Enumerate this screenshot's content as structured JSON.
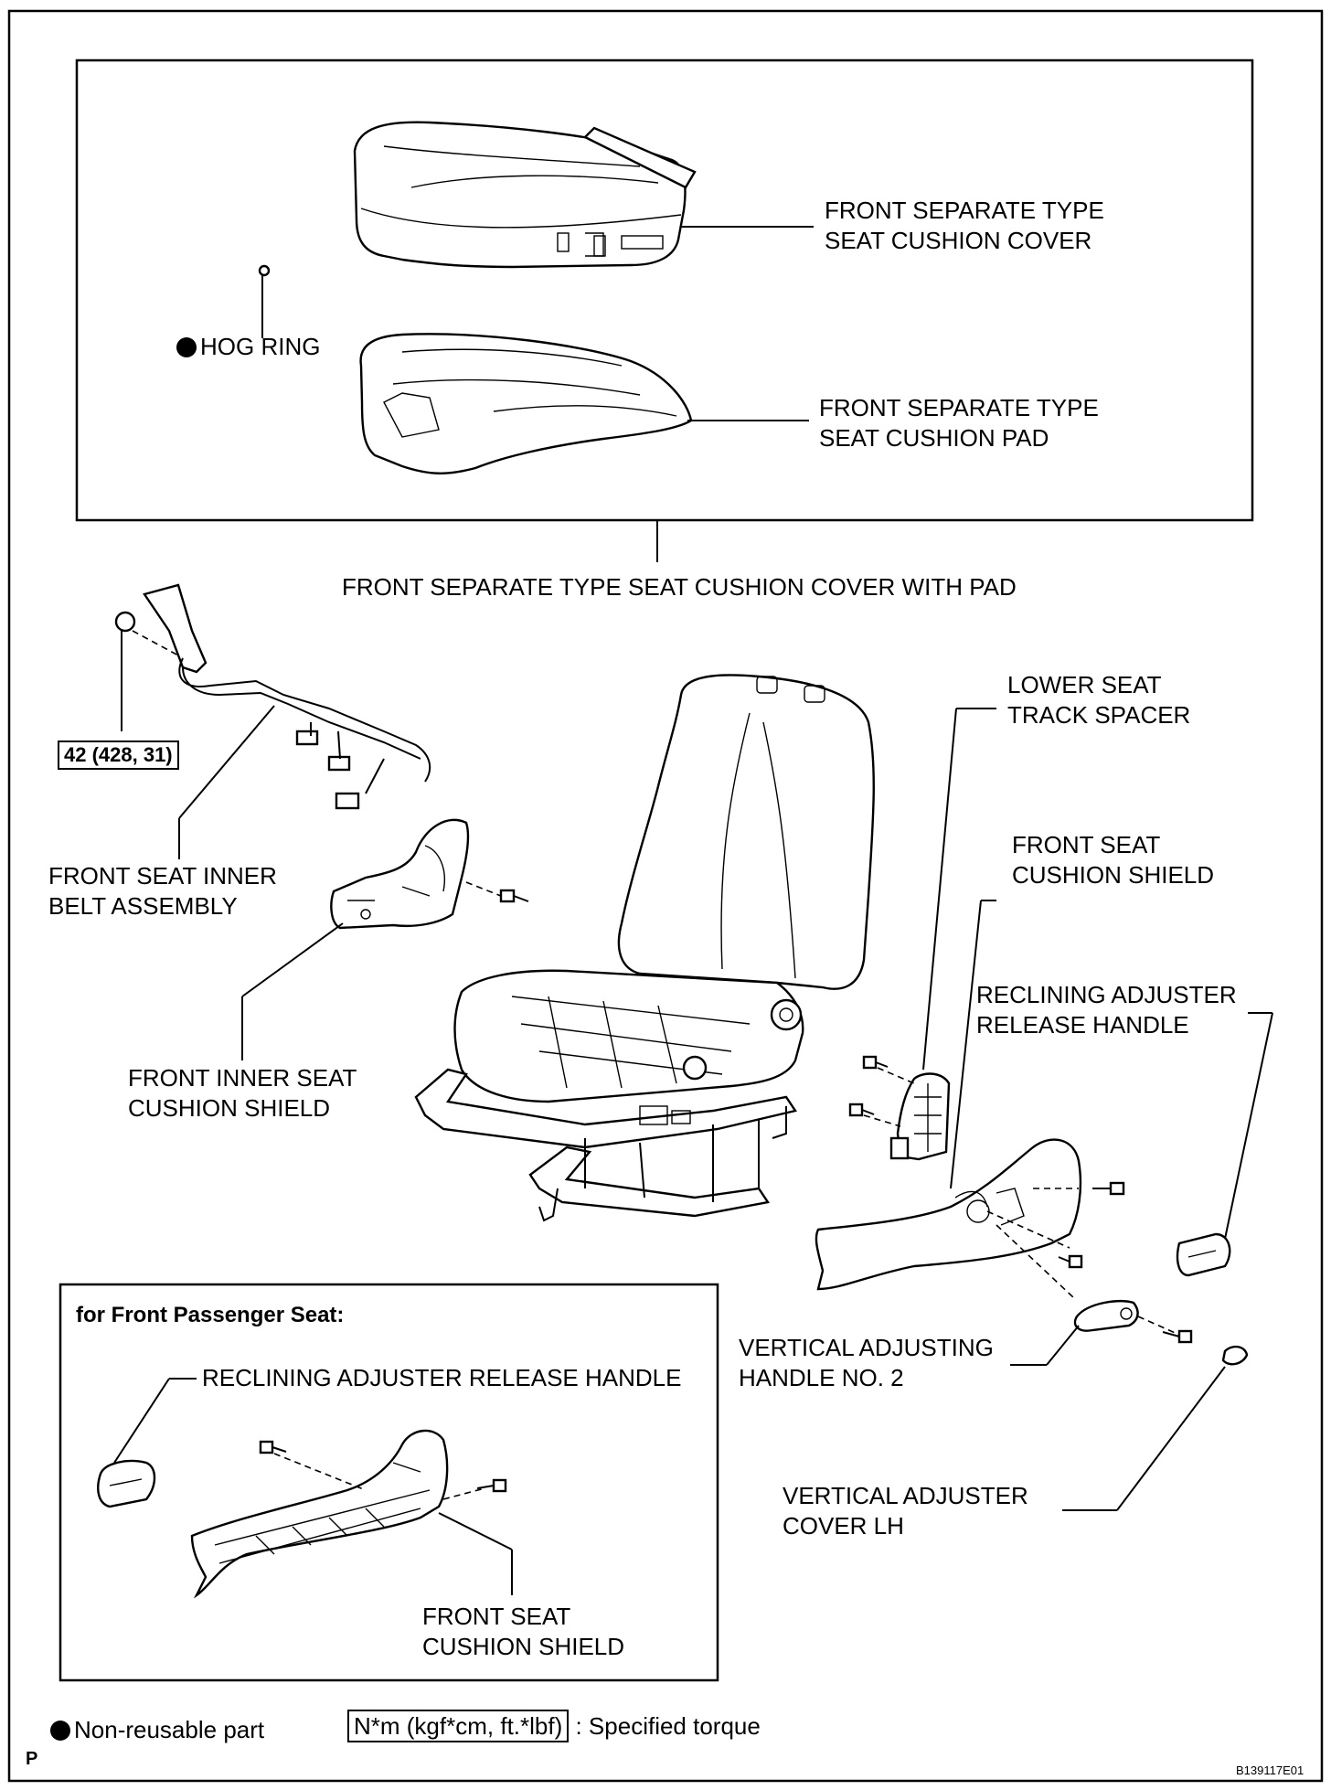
{
  "labels": {
    "seat_cushion_cover": "FRONT SEPARATE TYPE\nSEAT CUSHION COVER",
    "hog_ring": "HOG RING",
    "seat_cushion_pad": "FRONT SEPARATE TYPE\nSEAT CUSHION PAD",
    "cover_with_pad": "FRONT SEPARATE TYPE SEAT CUSHION COVER WITH PAD",
    "torque_belt": "42 (428, 31)",
    "inner_belt": "FRONT SEAT INNER\nBELT ASSEMBLY",
    "lower_track_spacer": "LOWER SEAT\nTRACK SPACER",
    "cushion_shield": "FRONT SEAT\nCUSHION SHIELD",
    "reclining_handle": "RECLINING ADJUSTER\nRELEASE HANDLE",
    "inner_cushion_shield": "FRONT INNER SEAT\nCUSHION SHIELD",
    "vertical_handle": "VERTICAL ADJUSTING\nHANDLE NO. 2",
    "vertical_cover": "VERTICAL ADJUSTER\nCOVER LH",
    "passenger_title": "for Front Passenger Seat:",
    "passenger_reclining_handle": "RECLINING ADJUSTER RELEASE HANDLE",
    "passenger_cushion_shield": "FRONT SEAT\nCUSHION SHIELD"
  },
  "legend": {
    "non_reusable": "Non-reusable part",
    "torque_unit": "N*m (kgf*cm, ft.*lbf)",
    "torque_desc": ": Specified torque"
  },
  "footer": {
    "page_marker": "P",
    "figure_id": "B139117E01"
  }
}
